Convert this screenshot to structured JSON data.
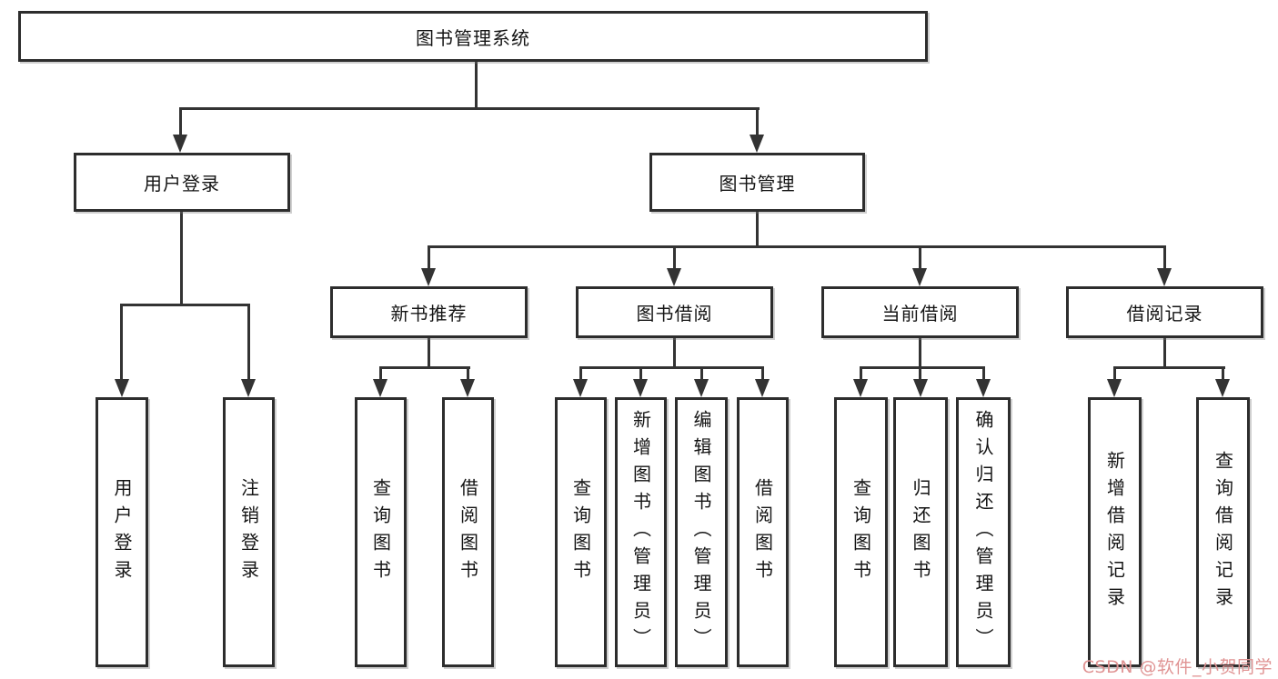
{
  "nodes": {
    "root": "图书管理系统",
    "level2": [
      "用户登录",
      "图书管理"
    ],
    "level3": [
      "新书推荐",
      "图书借阅",
      "当前借阅",
      "借阅记录"
    ],
    "leaves_user": [
      "用户登录",
      "注销登录"
    ],
    "leaves_recommend": [
      "查询图书",
      "借阅图书"
    ],
    "leaves_borrow": [
      "查询图书",
      "新增图书（管理员）",
      "编辑图书（管理员）",
      "借阅图书"
    ],
    "leaves_current": [
      "查询图书",
      "归还图书",
      "确认归还（管理员）"
    ],
    "leaves_records": [
      "新增借阅记录",
      "查询借阅记录"
    ]
  },
  "watermark": {
    "text": "CSDN @软件_小贺同学",
    "color": "#e09494"
  },
  "colors": {
    "line": "#333333",
    "box_border": "#2d2d2d",
    "box_fill": "#ffffff",
    "text": "#141414",
    "background": "#ffffff"
  }
}
